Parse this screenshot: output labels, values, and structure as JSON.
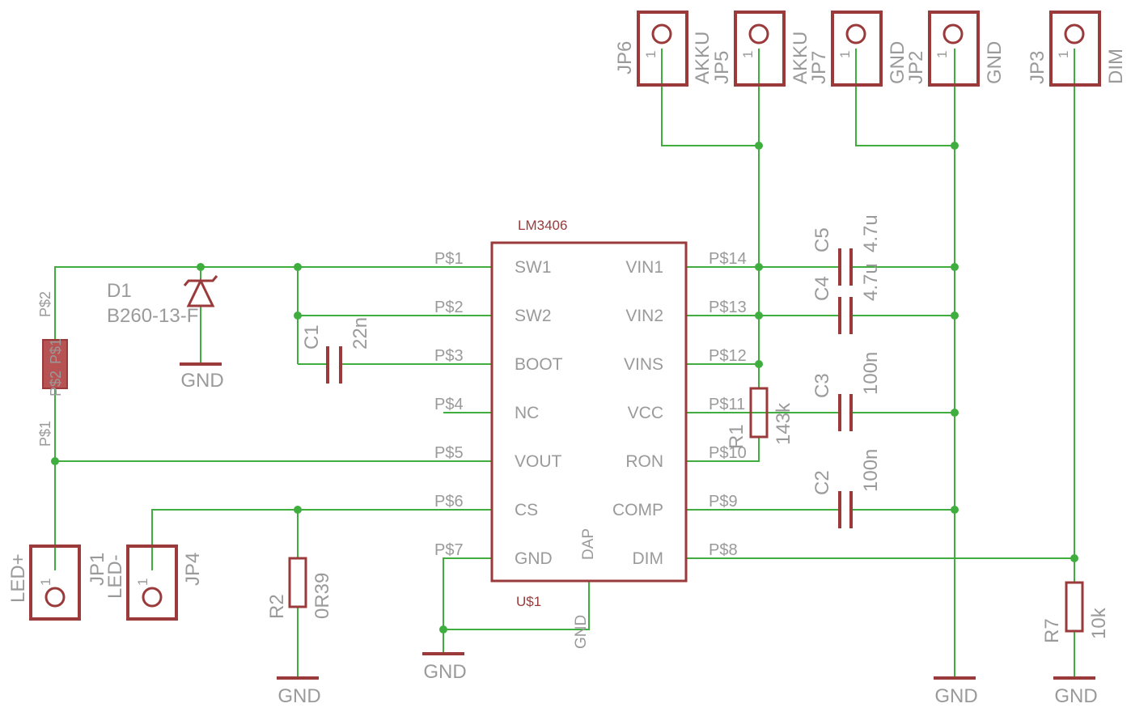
{
  "ic": {
    "part": "LM3406",
    "ref": "U$1",
    "left_pins": [
      {
        "pad": "P$1",
        "name": "SW1"
      },
      {
        "pad": "P$2",
        "name": "SW2"
      },
      {
        "pad": "P$3",
        "name": "BOOT"
      },
      {
        "pad": "P$4",
        "name": "NC"
      },
      {
        "pad": "P$5",
        "name": "VOUT"
      },
      {
        "pad": "P$6",
        "name": "CS"
      },
      {
        "pad": "P$7",
        "name": "GND"
      }
    ],
    "right_pins": [
      {
        "pad": "P$14",
        "name": "VIN1"
      },
      {
        "pad": "P$13",
        "name": "VIN2"
      },
      {
        "pad": "P$12",
        "name": "VINS"
      },
      {
        "pad": "P$11",
        "name": "VCC"
      },
      {
        "pad": "P$10",
        "name": "RON"
      },
      {
        "pad": "P$9",
        "name": "COMP"
      },
      {
        "pad": "P$8",
        "name": "DIM"
      }
    ],
    "dap": {
      "name": "DAP",
      "pad": "GND"
    }
  },
  "connectors": {
    "jp6": {
      "ref": "JP6",
      "pin": "1",
      "value": "AKKU"
    },
    "jp5": {
      "ref": "JP5",
      "pin": "1",
      "value": "AKKU"
    },
    "jp7": {
      "ref": "JP7",
      "pin": "1",
      "value": "GND"
    },
    "jp2": {
      "ref": "JP2",
      "pin": "1",
      "value": "GND"
    },
    "jp3": {
      "ref": "JP3",
      "pin": "1",
      "value": "DIM"
    },
    "jp1": {
      "ref": "JP1",
      "pin": "1",
      "value": "LED+"
    },
    "jp4": {
      "ref": "JP4",
      "pin": "1",
      "value": "LED-"
    }
  },
  "components": {
    "d1": {
      "ref": "D1",
      "value": "B260-13-F"
    },
    "c1": {
      "ref": "C1",
      "value": "22n"
    },
    "c2": {
      "ref": "C2",
      "value": "100n"
    },
    "c3": {
      "ref": "C3",
      "value": "100n"
    },
    "c4": {
      "ref": "C4",
      "value": "4.7u"
    },
    "c5": {
      "ref": "C5",
      "value": "4.7u"
    },
    "r1": {
      "ref": "R1",
      "value": "143k"
    },
    "r2": {
      "ref": "R2",
      "value": "0R39"
    },
    "r7": {
      "ref": "R7",
      "value": "10k"
    },
    "l1": {
      "pad_top": "P$2",
      "pad_bottom": "P$1",
      "pad_top_inner": "P$1",
      "pad_bottom_inner": "P$2"
    }
  },
  "gnd_label": "GND"
}
